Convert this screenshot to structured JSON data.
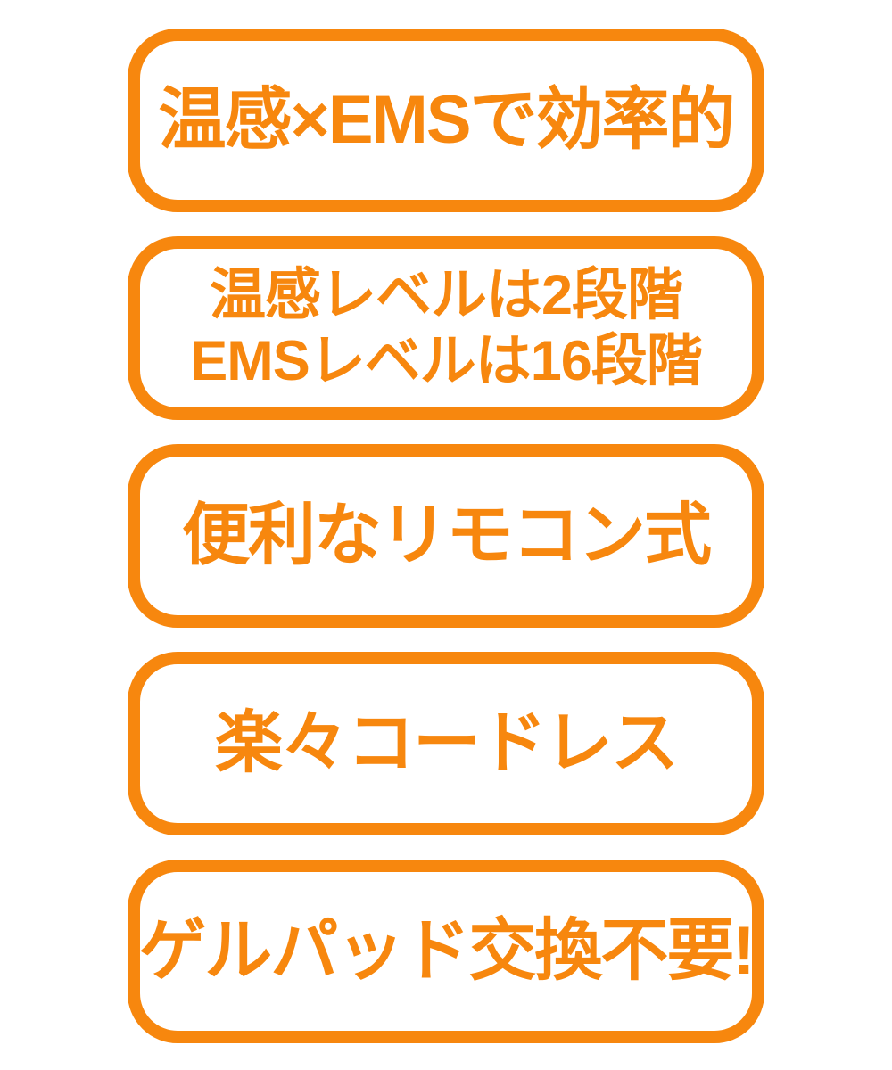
{
  "page": {
    "background": "#ffffff",
    "accent_color": "#F7870E",
    "description_label": "product-feature-badges"
  },
  "feature_boxes": [
    {
      "lines": [
        "温感×EMSで効率的"
      ]
    },
    {
      "lines": [
        "温感レベルは2段階",
        "EMSレベルは16段階"
      ]
    },
    {
      "lines": [
        "便利なリモコン式"
      ]
    },
    {
      "lines": [
        "楽々コードレス"
      ]
    },
    {
      "lines": [
        "ゲルパッド交換不要!"
      ]
    }
  ]
}
